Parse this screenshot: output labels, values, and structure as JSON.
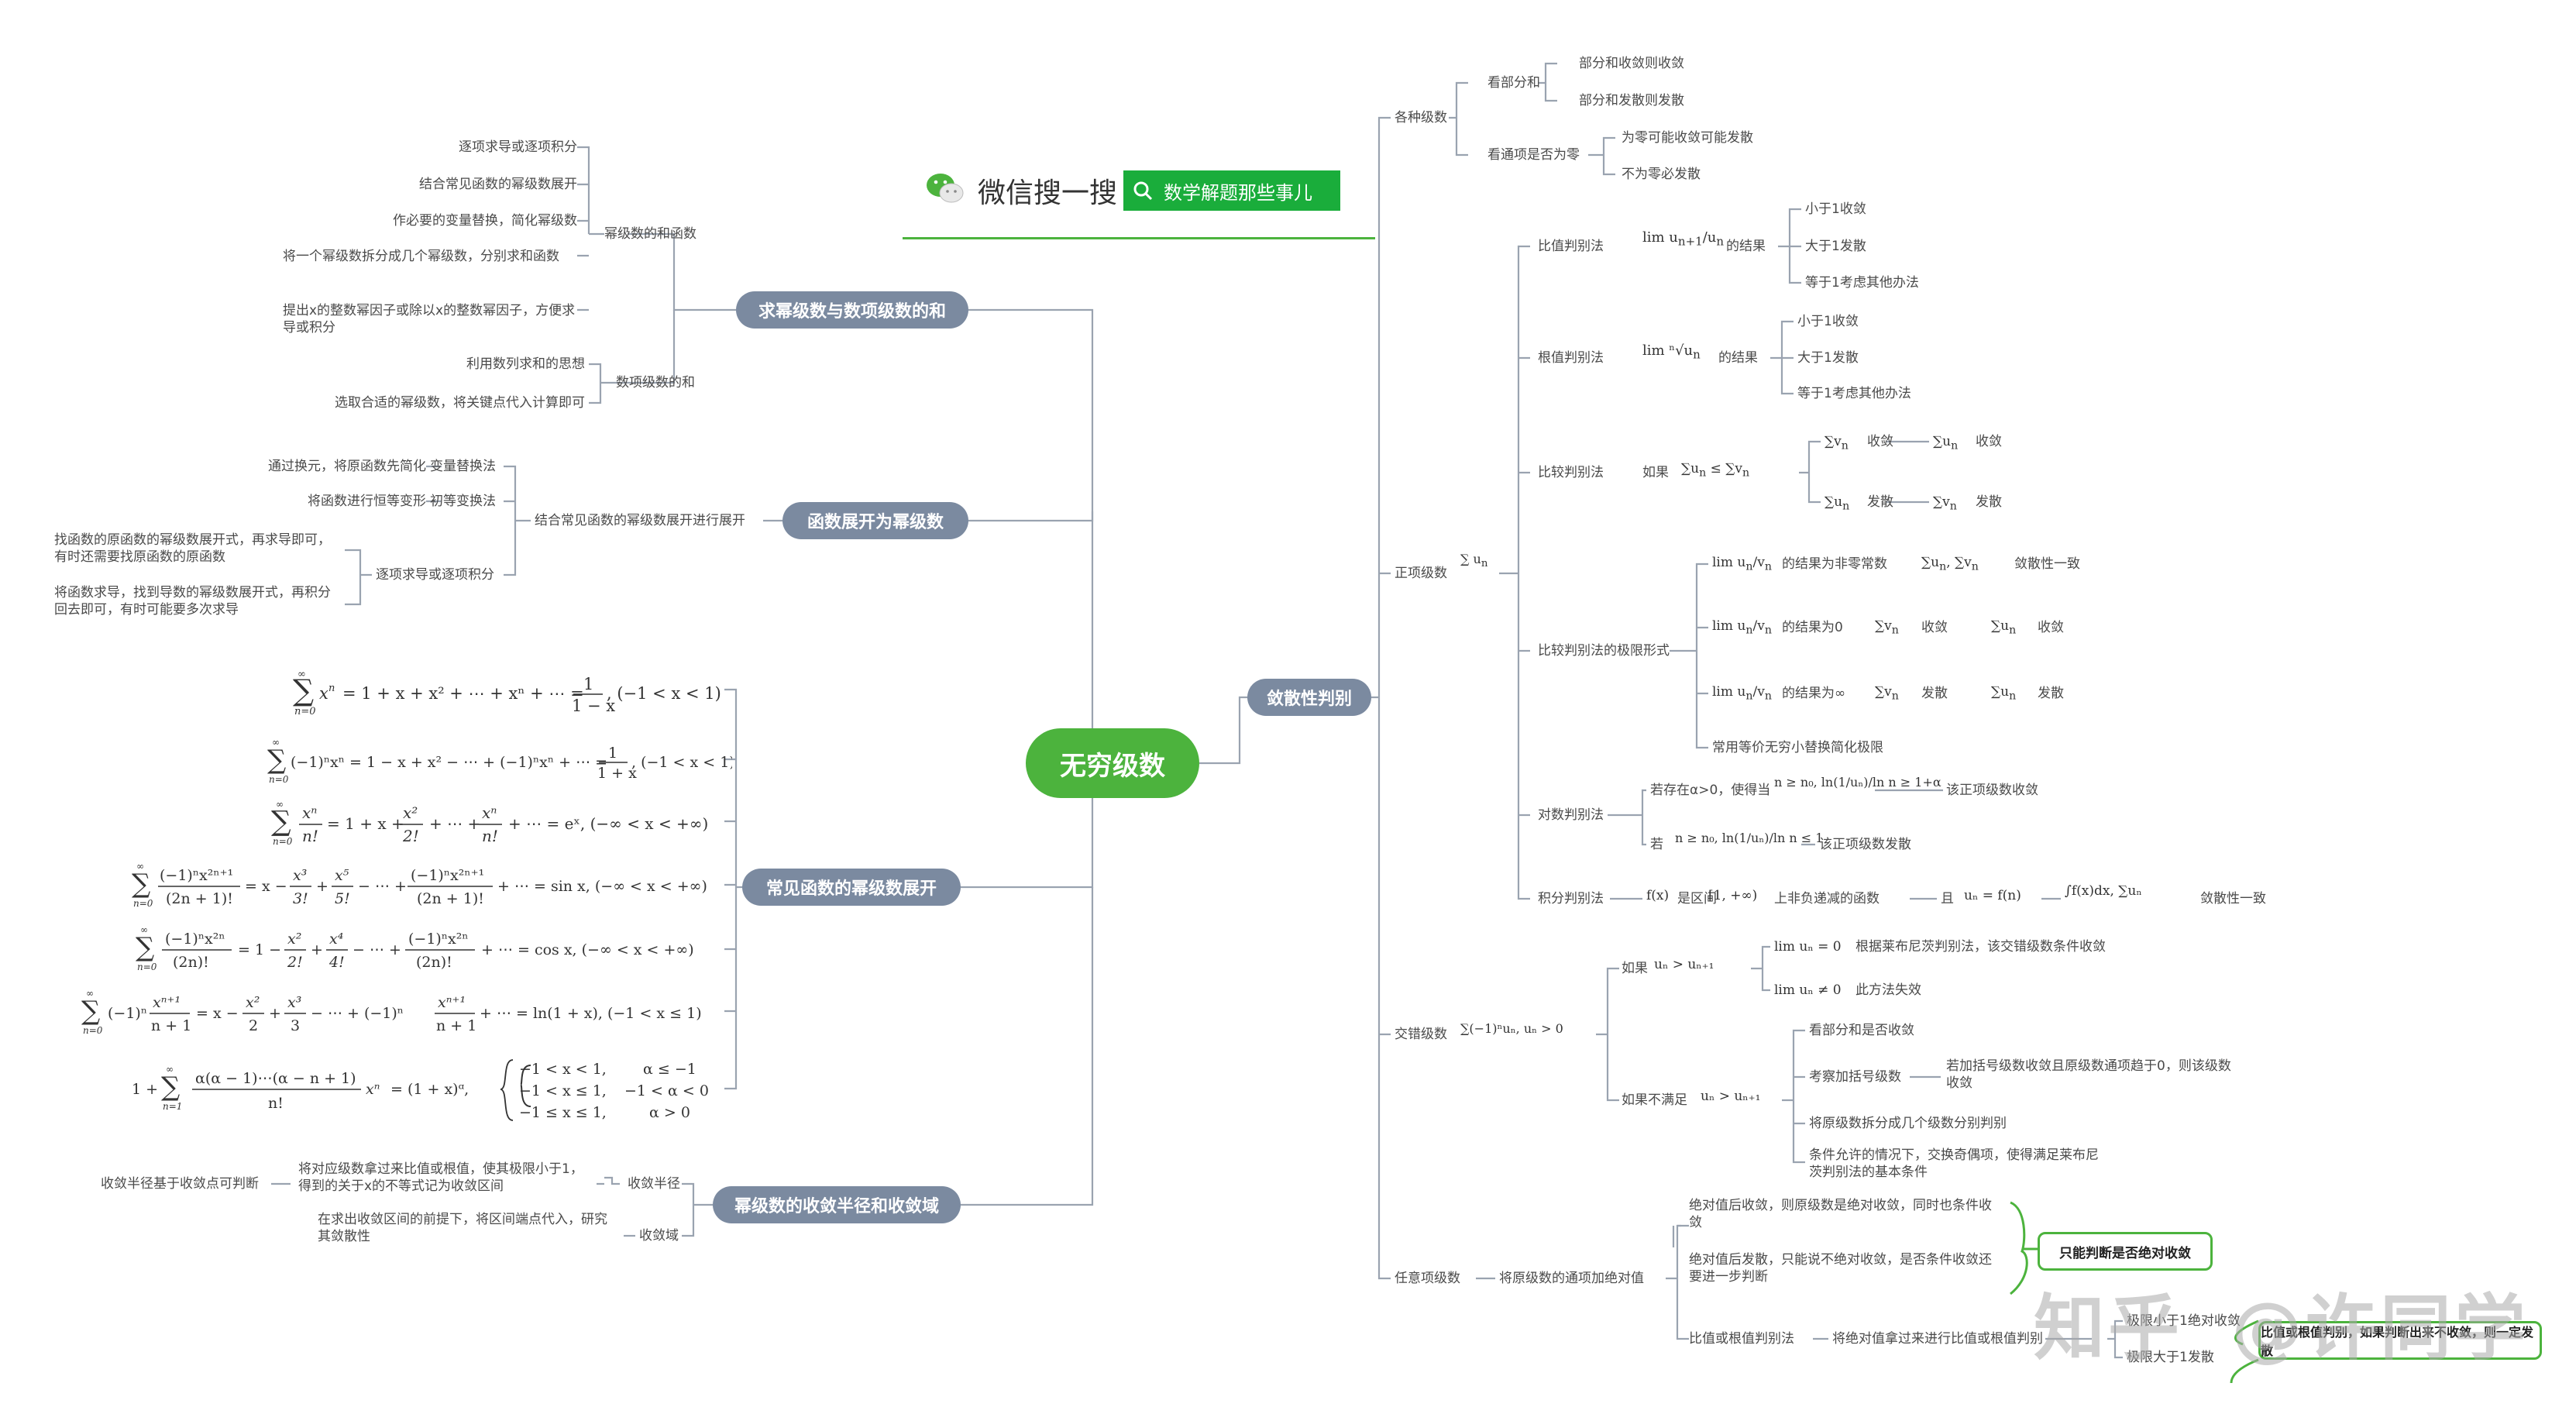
{
  "root": "无穷级数",
  "header": {
    "wechat_text": "微信搜一搜",
    "search_label": "数学解题那些事儿"
  },
  "watermark": {
    "zhihu": "知乎",
    "author": "@许同学"
  },
  "left": {
    "t1": {
      "title": "求幂级数与数项级数的和",
      "g1": {
        "label": "幂级数的和函数",
        "items": [
          "逐项求导或逐项积分",
          "结合常见函数的幂级数展开",
          "作必要的变量替换，简化幂级数",
          "将一个幂级数拆分成几个幂级数，分别求和函数",
          "提出x的整数幂因子或除以x的整数幂因子，方便求导或积分"
        ]
      },
      "g2": {
        "label": "数项级数的和",
        "items": [
          "利用数列求和的思想",
          "选取合适的幂级数，将关键点代入计算即可"
        ]
      }
    },
    "t2": {
      "title": "函数展开为幂级数",
      "main": "结合常见函数的幂级数展开进行展开",
      "b1": {
        "label": "变量替换法",
        "desc": "通过换元，将原函数先简化"
      },
      "b2": {
        "label": "初等变换法",
        "desc": "将函数进行恒等变形"
      },
      "b3": {
        "label": "逐项求导或逐项积分",
        "d1": "找函数的原函数的幂级数展开式，再求导即可，有时还需要找原函数的原函数",
        "d2": "将函数求导，找到导数的幂级数展开式，再积分回去即可，有时可能要多次求导"
      }
    },
    "t3": {
      "title": "常见函数的幂级数展开"
    },
    "t4": {
      "title": "幂级数的收敛半径和收敛域",
      "r1": {
        "label": "收敛半径",
        "desc": "将对应级数拿过来比值或根值，使其极限小于1，得到的关于x的不等式记为收敛区间",
        "left": "收敛半径基于收敛点可判断"
      },
      "r2": {
        "label": "收敛域",
        "desc": "在求出收敛区间的前提下，将区间端点代入，研究其敛散性"
      }
    }
  },
  "right": {
    "topic": "敛散性判别",
    "s1": {
      "label": "各种级数",
      "a": {
        "label": "看部分和",
        "items": [
          "部分和收敛则收敛",
          "部分和发散则发散"
        ]
      },
      "b": {
        "label": "看通项是否为零",
        "items": [
          "为零可能收敛可能发散",
          "不为零必发散"
        ]
      }
    },
    "s2": {
      "label": "正项级数",
      "ratio": {
        "label": "比值判别法",
        "suffix": "的结果",
        "items": [
          "小于1收敛",
          "大于1发散",
          "等于1考虑其他办法"
        ]
      },
      "root": {
        "label": "根值判别法",
        "suffix": "的结果",
        "items": [
          "小于1收敛",
          "大于1发散",
          "等于1考虑其他办法"
        ]
      },
      "comp": {
        "label": "比较判别法",
        "if": "如果",
        "conv": "收敛",
        "div": "发散"
      },
      "limc": {
        "label": "比较判别法的极限形式",
        "r1": "的结果为非零常数",
        "r1b": "敛散性一致",
        "r2": "的结果为0",
        "r3": "的结果为∞",
        "conv": "收敛",
        "div": "发散",
        "tip": "常用等价无穷小替换简化极限"
      },
      "logc": {
        "label": "对数判别法",
        "c1a": "若存在α>0，使得当",
        "c1b": "该正项级数收敛",
        "c2a": "若",
        "c2b": "该正项级数发散"
      },
      "intc": {
        "label": "积分判别法",
        "t1": "是区间",
        "t2": "上非负递减的函数",
        "t3": "且",
        "t4": "敛散性一致"
      }
    },
    "s3": {
      "label": "交错级数",
      "if1": "如果",
      "r1": "根据莱布尼茨判别法，该交错级数条件收敛",
      "r2": "此方法失效",
      "if2": "如果不满足",
      "items": [
        "看部分和是否收敛",
        "考察加括号级数",
        "将原级数拆分成几个级数分别判别",
        "条件允许的情况下，交换奇偶项，使得满足莱布尼茨判别法的基本条件"
      ],
      "bracket": "若加括号级数收敛且原级数通项趋于0，则该级数收敛"
    },
    "s4": {
      "label": "任意项级数",
      "abs": "将原级数的通项加绝对值",
      "a1": "绝对值后收敛，则原级数是绝对收敛，同时也条件收敛",
      "a2": "绝对值后发散，只能说不绝对收敛，是否条件收敛还要进一步判断",
      "key": "只能判断是否绝对收敛",
      "rl": "比值或根值判别法",
      "rl2": "将绝对值拿过来进行比值或根值判别",
      "lt1": "极限小于1绝对收敛",
      "lt2": "极限大于1发散",
      "key2": "比值或根值判别，如果判断出来不收敛，则一定发散"
    }
  }
}
